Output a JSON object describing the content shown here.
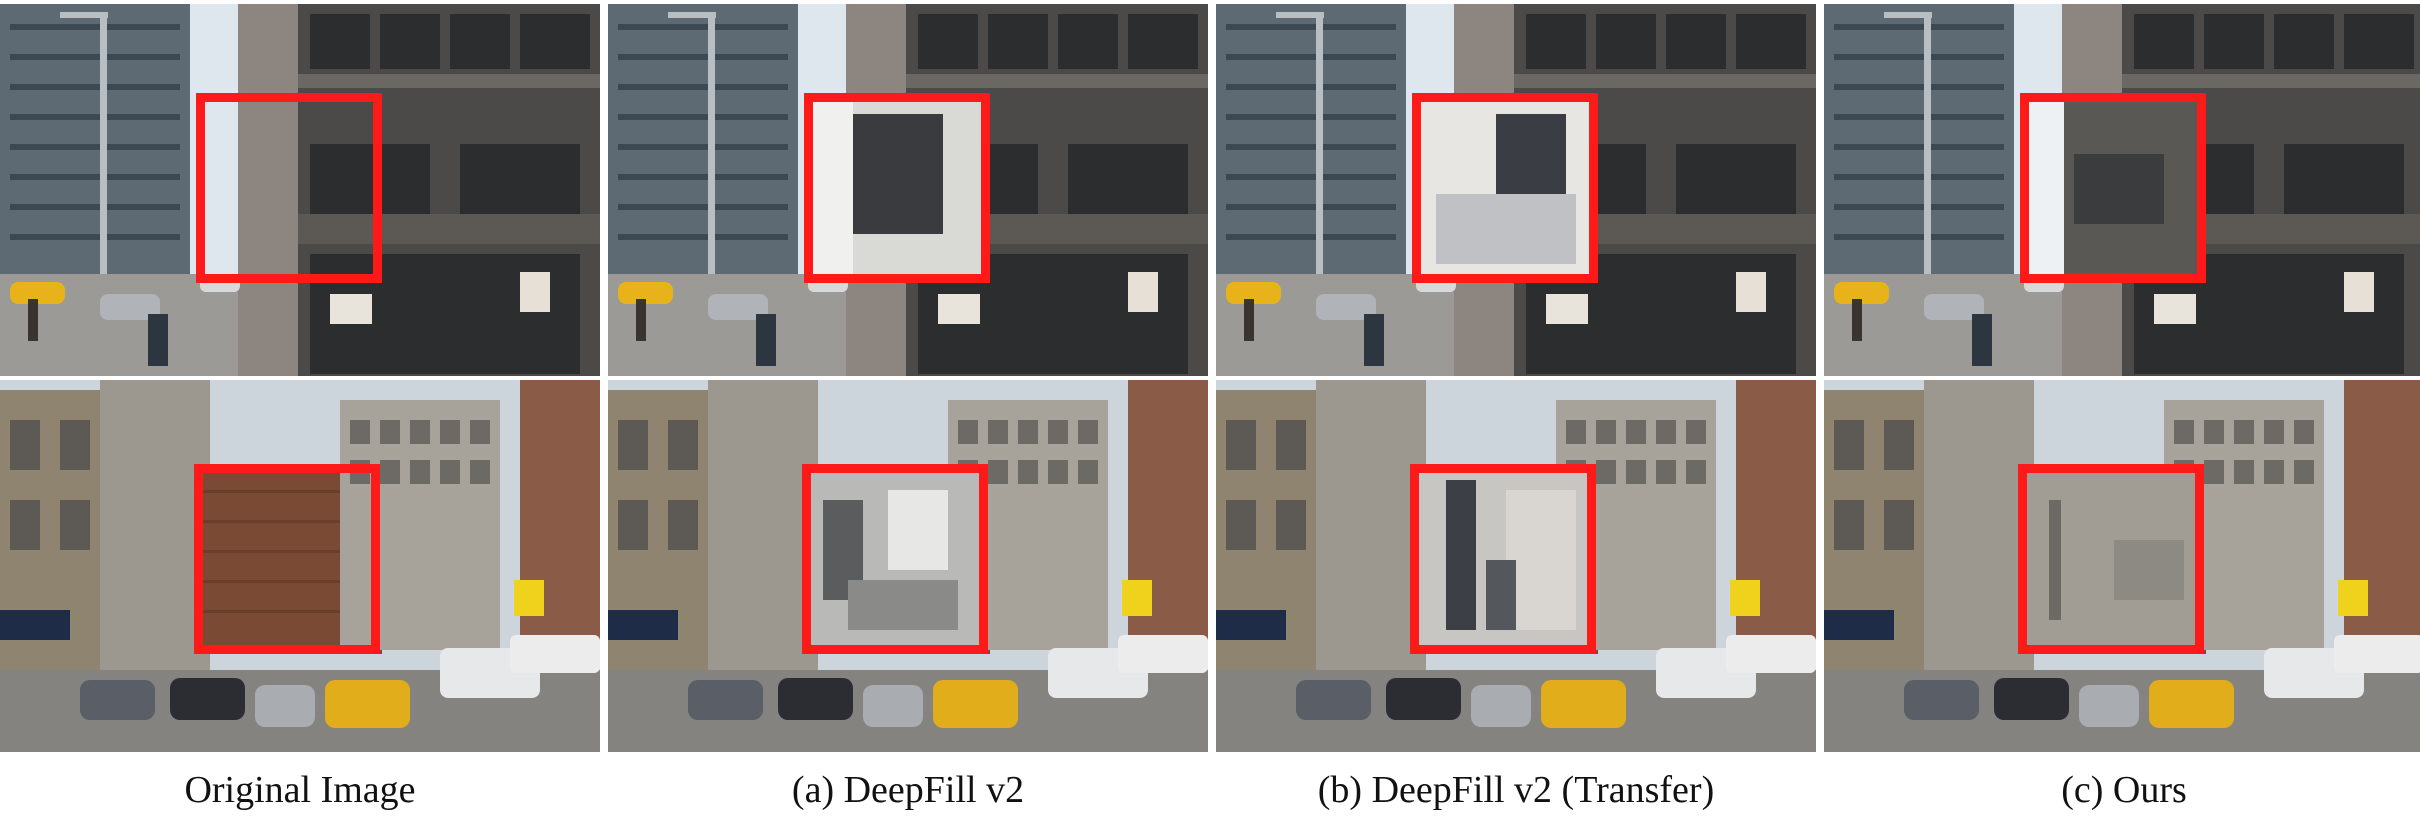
{
  "captions": {
    "original": "Original Image",
    "a": "(a) DeepFill v2",
    "b": "(b) DeepFill v2 (Transfer)",
    "c": "(c) Ours"
  },
  "colors": {
    "mask_border": "#ff1a1a",
    "sky": "#dfe7ee",
    "building_dark": "#4b4a48",
    "taxi": "#e8b21a"
  },
  "scenes": [
    "street-corner-building",
    "brick-wall-parking-lot"
  ]
}
